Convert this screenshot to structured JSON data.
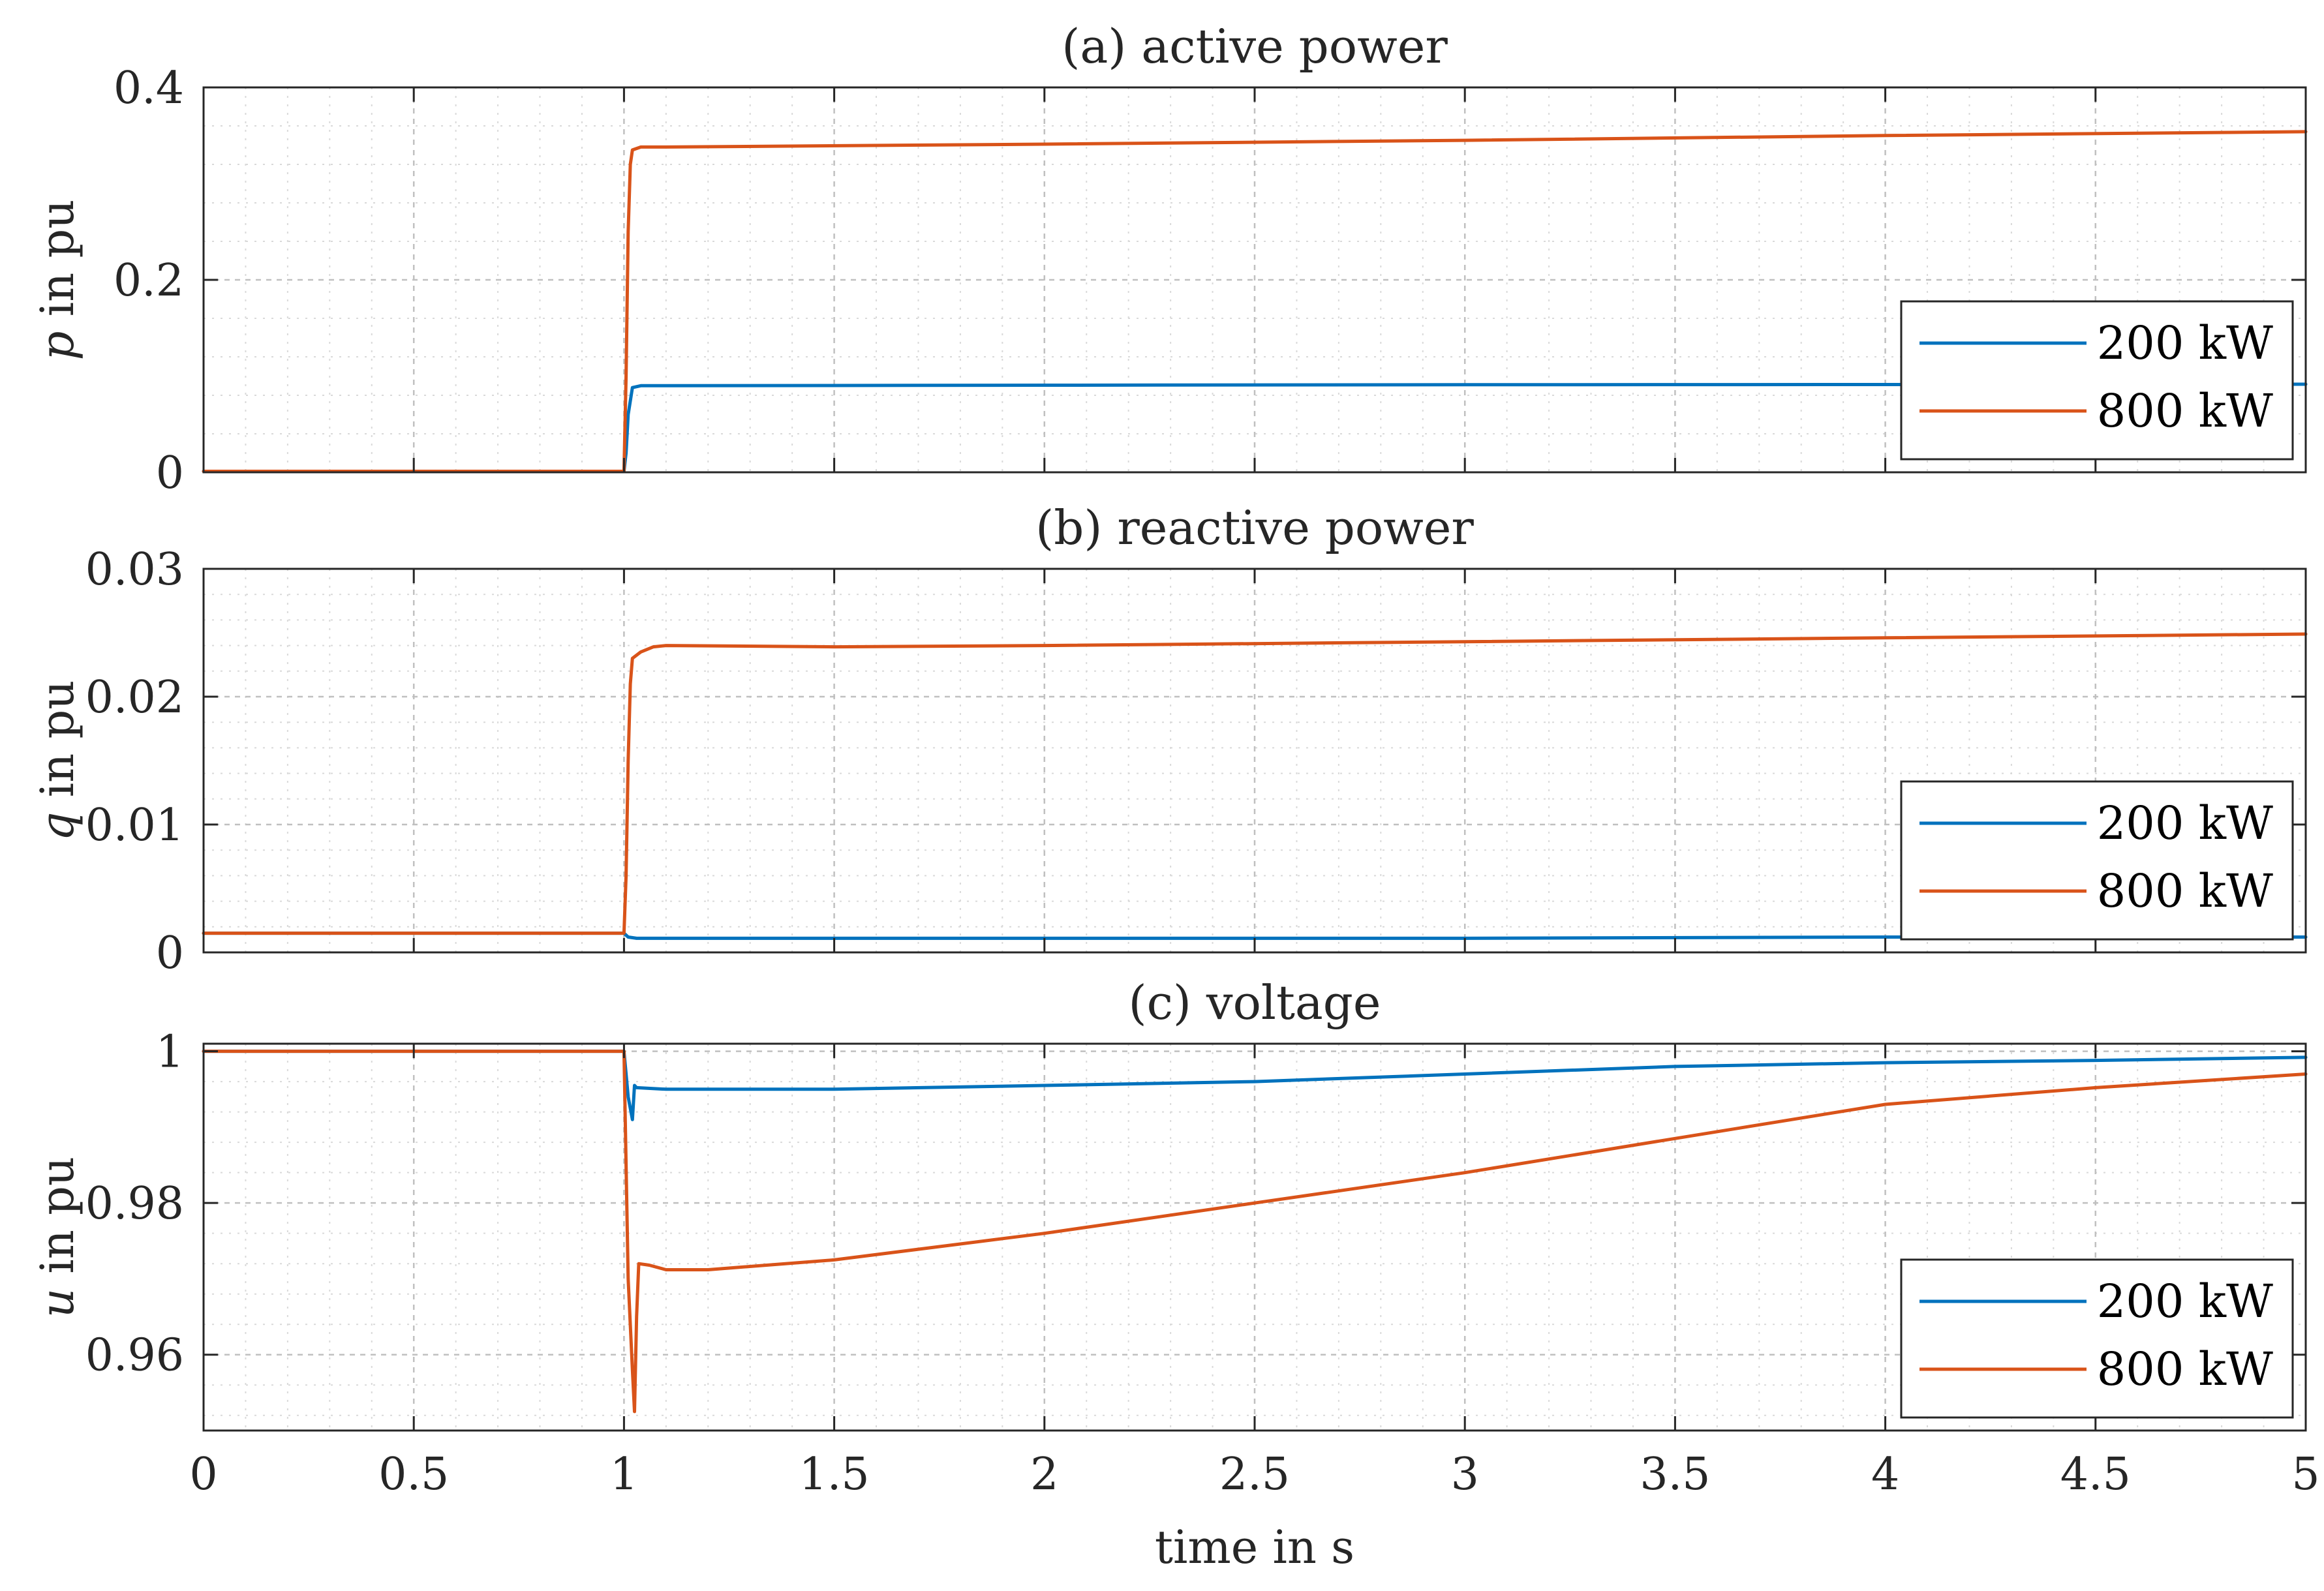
{
  "chart_data": [
    {
      "type": "line",
      "title": "(a) active power",
      "xlabel": "",
      "ylabel_var": "p",
      "ylabel_rest": " in pu",
      "xlim": [
        0,
        5
      ],
      "ylim": [
        0,
        0.4
      ],
      "xticks": [
        0,
        0.5,
        1,
        1.5,
        2,
        2.5,
        3,
        3.5,
        4,
        4.5,
        5
      ],
      "yticks": [
        0,
        0.2,
        0.4
      ],
      "ytick_labels": [
        "0",
        "0.2",
        "0.4"
      ],
      "grid": true,
      "legend_position": "bottom-right",
      "series": [
        {
          "name": "200 kW",
          "color": "#0072BD",
          "points": [
            [
              0,
              0.001
            ],
            [
              1.0,
              0.001
            ],
            [
              1.005,
              0.02
            ],
            [
              1.01,
              0.06
            ],
            [
              1.02,
              0.088
            ],
            [
              1.04,
              0.09
            ],
            [
              1.1,
              0.09
            ],
            [
              2,
              0.0905
            ],
            [
              3,
              0.091
            ],
            [
              4,
              0.0912
            ],
            [
              5,
              0.0915
            ]
          ]
        },
        {
          "name": "800 kW",
          "color": "#D95319",
          "points": [
            [
              0,
              0.001
            ],
            [
              1.0,
              0.001
            ],
            [
              1.005,
              0.1
            ],
            [
              1.01,
              0.25
            ],
            [
              1.015,
              0.32
            ],
            [
              1.02,
              0.335
            ],
            [
              1.04,
              0.338
            ],
            [
              1.1,
              0.338
            ],
            [
              2,
              0.341
            ],
            [
              3,
              0.345
            ],
            [
              4,
              0.35
            ],
            [
              5,
              0.354
            ]
          ]
        }
      ]
    },
    {
      "type": "line",
      "title": "(b) reactive power",
      "xlabel": "",
      "ylabel_var": "q",
      "ylabel_rest": " in pu",
      "xlim": [
        0,
        5
      ],
      "ylim": [
        0,
        0.03
      ],
      "xticks": [
        0,
        0.5,
        1,
        1.5,
        2,
        2.5,
        3,
        3.5,
        4,
        4.5,
        5
      ],
      "yticks": [
        0,
        0.01,
        0.02,
        0.03
      ],
      "ytick_labels": [
        "0",
        "0.01",
        "0.02",
        "0.03"
      ],
      "grid": true,
      "legend_position": "bottom-right",
      "series": [
        {
          "name": "200 kW",
          "color": "#0072BD",
          "points": [
            [
              0,
              0.0015
            ],
            [
              1.0,
              0.0015
            ],
            [
              1.01,
              0.0012
            ],
            [
              1.03,
              0.0011
            ],
            [
              2,
              0.0011
            ],
            [
              3,
              0.0011
            ],
            [
              4,
              0.0012
            ],
            [
              5,
              0.0012
            ]
          ]
        },
        {
          "name": "800 kW",
          "color": "#D95319",
          "points": [
            [
              0,
              0.0015
            ],
            [
              1.0,
              0.0015
            ],
            [
              1.005,
              0.006
            ],
            [
              1.01,
              0.015
            ],
            [
              1.015,
              0.021
            ],
            [
              1.02,
              0.023
            ],
            [
              1.04,
              0.0235
            ],
            [
              1.07,
              0.0239
            ],
            [
              1.1,
              0.024
            ],
            [
              1.5,
              0.0239
            ],
            [
              2,
              0.024
            ],
            [
              3,
              0.0243
            ],
            [
              4,
              0.0246
            ],
            [
              5,
              0.0249
            ]
          ]
        }
      ]
    },
    {
      "type": "line",
      "title": "(c) voltage",
      "xlabel": "time in s",
      "ylabel_var": "u",
      "ylabel_rest": " in pu",
      "xlim": [
        0,
        5
      ],
      "ylim": [
        0.95,
        1.001
      ],
      "xticks": [
        0,
        0.5,
        1,
        1.5,
        2,
        2.5,
        3,
        3.5,
        4,
        4.5,
        5
      ],
      "xtick_labels": [
        "0",
        "0.5",
        "1",
        "1.5",
        "2",
        "2.5",
        "3",
        "3.5",
        "4",
        "4.5",
        "5"
      ],
      "yticks": [
        0.96,
        0.98,
        1
      ],
      "ytick_labels": [
        "0.96",
        "0.98",
        "1"
      ],
      "grid": true,
      "legend_position": "bottom-right",
      "series": [
        {
          "name": "200 kW",
          "color": "#0072BD",
          "points": [
            [
              0,
              1.0
            ],
            [
              1.0,
              1.0
            ],
            [
              1.01,
              0.994
            ],
            [
              1.02,
              0.991
            ],
            [
              1.025,
              0.9955
            ],
            [
              1.03,
              0.9952
            ],
            [
              1.1,
              0.995
            ],
            [
              1.5,
              0.995
            ],
            [
              2,
              0.9955
            ],
            [
              2.5,
              0.996
            ],
            [
              3,
              0.997
            ],
            [
              3.5,
              0.998
            ],
            [
              4,
              0.9985
            ],
            [
              4.5,
              0.9988
            ],
            [
              5,
              0.9992
            ]
          ]
        },
        {
          "name": "800 kW",
          "color": "#D95319",
          "points": [
            [
              0,
              1.0
            ],
            [
              1.0,
              1.0
            ],
            [
              1.005,
              0.985
            ],
            [
              1.01,
              0.97
            ],
            [
              1.02,
              0.958
            ],
            [
              1.025,
              0.9525
            ],
            [
              1.03,
              0.965
            ],
            [
              1.035,
              0.972
            ],
            [
              1.06,
              0.9718
            ],
            [
              1.1,
              0.9712
            ],
            [
              1.2,
              0.9712
            ],
            [
              1.5,
              0.9725
            ],
            [
              2,
              0.976
            ],
            [
              2.5,
              0.98
            ],
            [
              3,
              0.984
            ],
            [
              3.5,
              0.9885
            ],
            [
              4,
              0.993
            ],
            [
              4.5,
              0.9952
            ],
            [
              5,
              0.997
            ]
          ]
        }
      ]
    }
  ]
}
